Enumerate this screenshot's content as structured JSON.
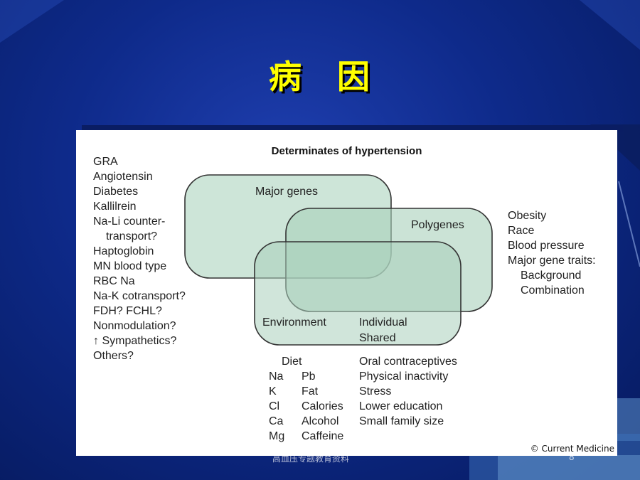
{
  "slide": {
    "title": "病　因",
    "footer_left": "高血压专题教育资料",
    "page_number": "8"
  },
  "figure": {
    "heading": "Determinates of hypertension",
    "circle_labels": {
      "major_genes": "Major genes",
      "polygenes": "Polygenes",
      "environment": "Environment",
      "individual": "Individual",
      "shared": "Shared"
    },
    "left_list": [
      "GRA",
      "Angiotensin",
      "Diabetes",
      "Kallilrein",
      "Na-Li counter-",
      "transport?",
      "Haptoglobin",
      "MN blood type",
      "RBC Na",
      "Na-K cotransport?",
      "FDH? FCHL?",
      "Nonmodulation?",
      "↑ Sympathetics?",
      "Others?"
    ],
    "right_list": [
      "Obesity",
      "Race",
      "Blood pressure",
      "Major gene traits:",
      "Background",
      "Combination"
    ],
    "diet_heading": "Diet",
    "diet_col1": [
      "Na",
      "K",
      "Cl",
      "Ca",
      "Mg"
    ],
    "diet_col2": [
      "Pb",
      "Fat",
      "Calories",
      "Alcohol",
      "Caffeine"
    ],
    "factors": [
      "Oral contraceptives",
      "Physical inactivity",
      "Stress",
      "Lower education",
      "Small family size"
    ],
    "copyright": "© Current Medicine"
  },
  "colors": {
    "background": "#0e2a8a",
    "title": "#ffff00",
    "circle_fill": "#bcdccb",
    "circle_stroke": "#333333"
  }
}
